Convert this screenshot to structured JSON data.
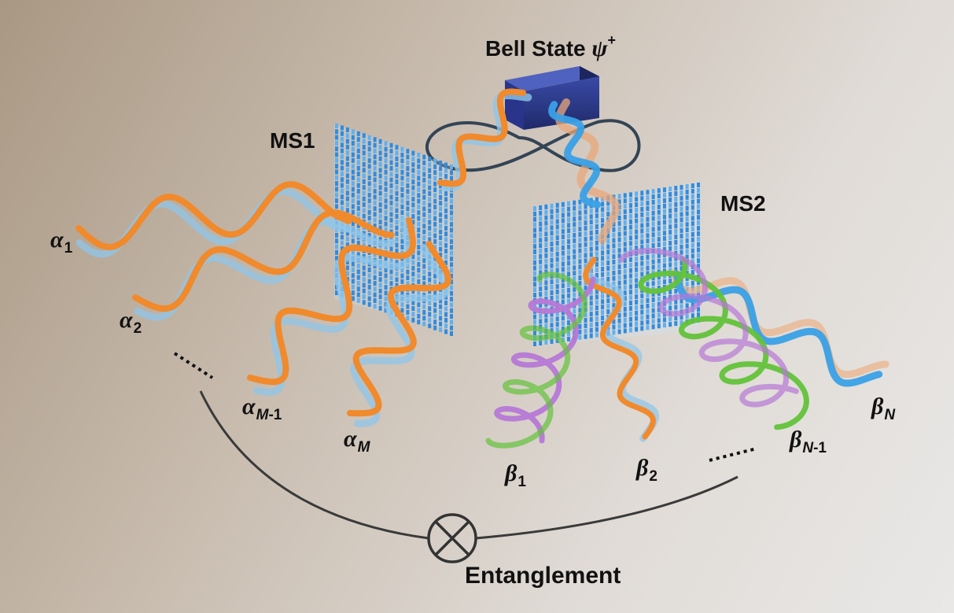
{
  "labels": {
    "bell_state_text": "Bell State ",
    "bell_state_symbol": "ψ",
    "bell_state_superscript": "+",
    "ms1": "MS1",
    "ms2": "MS2",
    "entanglement": "Entanglement",
    "ellipsis_alpha": "......",
    "ellipsis_beta": "......"
  },
  "alpha_inputs": [
    {
      "symbol": "α",
      "sub_pre": "1",
      "sub_var": "",
      "sub_post": ""
    },
    {
      "symbol": "α",
      "sub_pre": "2",
      "sub_var": "",
      "sub_post": ""
    },
    {
      "symbol": "α",
      "sub_pre": "",
      "sub_var": "M",
      "sub_post": "-1"
    },
    {
      "symbol": "α",
      "sub_pre": "",
      "sub_var": "M",
      "sub_post": ""
    }
  ],
  "beta_outputs": [
    {
      "symbol": "β",
      "sub_pre": "1",
      "sub_var": "",
      "sub_post": ""
    },
    {
      "symbol": "β",
      "sub_pre": "2",
      "sub_var": "",
      "sub_post": ""
    },
    {
      "symbol": "β",
      "sub_pre": "",
      "sub_var": "N",
      "sub_post": "-1"
    },
    {
      "symbol": "β",
      "sub_pre": "",
      "sub_var": "N",
      "sub_post": ""
    }
  ],
  "colors": {
    "orange_wave": "#f08a2c",
    "blue_wave": "#8fc5ea",
    "bright_blue_wave": "#3aa0e6",
    "green_helix": "#62c23a",
    "purple_helix": "#b678d6",
    "metasurface_pillar": "#2f8be0",
    "bell_box": "#2e3a8a",
    "arc_line": "#3a3a3a"
  }
}
